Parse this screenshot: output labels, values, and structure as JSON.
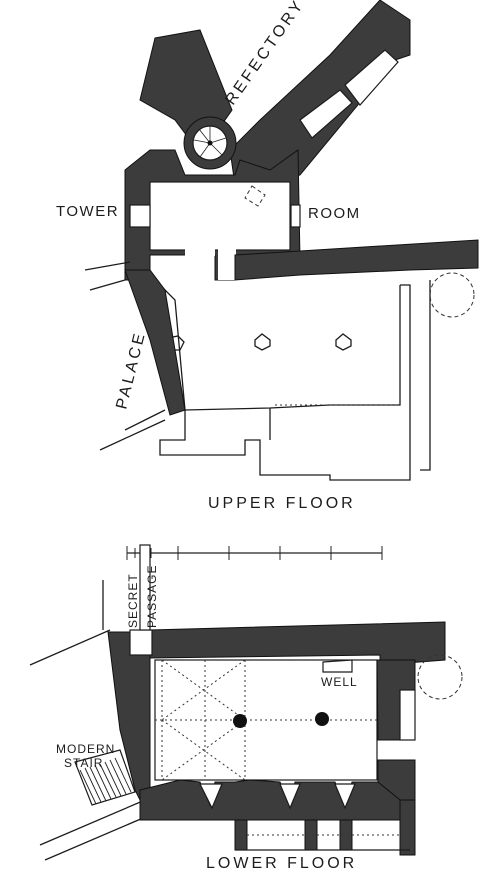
{
  "labels": {
    "refectory": "REFECTORY",
    "tower": "TOWER",
    "room": "ROOM",
    "palace": "PALACE",
    "upper_floor": "UPPER FLOOR",
    "secret": "SECRET",
    "passage": "PASSAGE",
    "well": "WELL",
    "modern": "MODERN",
    "stair": "STAIR",
    "lower_floor": "LOWER FLOOR"
  },
  "colors": {
    "ink": "#1c1c1c",
    "wall_hatch": "#3c3c3c",
    "paper": "#ffffff"
  }
}
